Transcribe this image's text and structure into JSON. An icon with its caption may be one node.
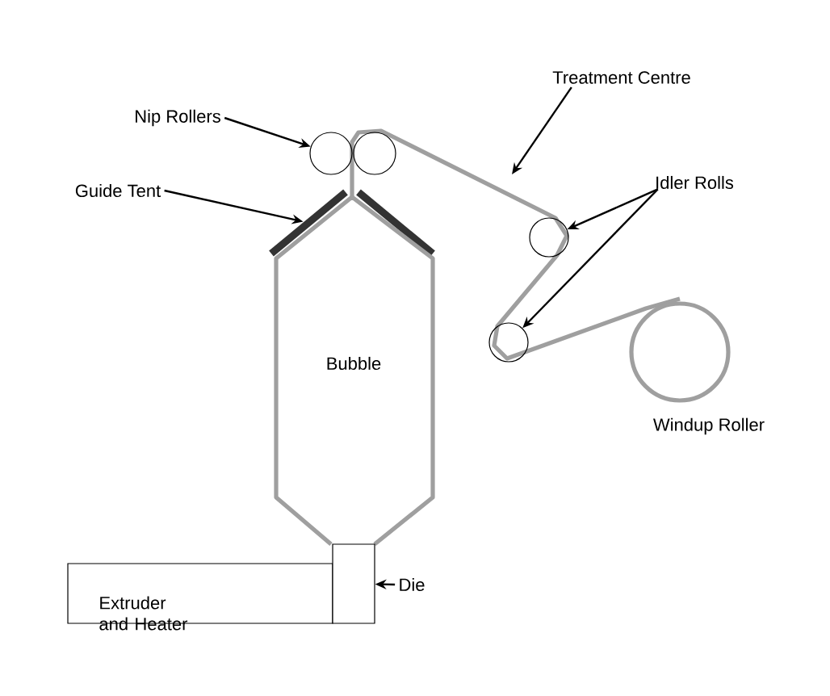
{
  "diagram": {
    "nodes": [
      {
        "text": [
          "Nip Rollers"
        ]
      },
      {
        "text": [],
        "shape": "circle"
      },
      {
        "text": [],
        "shape": "circle"
      },
      {
        "text": [
          "Guide Tent"
        ]
      },
      {
        "text": [],
        "shape": "bar"
      },
      {
        "text": [
          "Treatment Centre"
        ]
      },
      {
        "text": [
          "Idler Rolls"
        ]
      },
      {
        "text": [],
        "shape": "circle"
      },
      {
        "text": [],
        "shape": "circle"
      },
      {
        "text": [
          "Bubble"
        ]
      },
      {
        "text": [
          "Windup Roller"
        ]
      },
      {
        "text": [
          "Extruder and Heater"
        ]
      },
      {
        "text": [],
        "shape": "box"
      },
      {
        "text": [
          "Die"
        ]
      }
    ],
    "edges": [
      {
        "from": 0,
        "to": 1,
        "arrow": "to"
      },
      {
        "from": 3,
        "to": 4,
        "arrow": "to"
      },
      {
        "from": 5,
        "to": null,
        "arrow": "to"
      },
      {
        "from": 6,
        "to": 7,
        "arrow": "to"
      },
      {
        "from": 6,
        "to": 8,
        "arrow": "to"
      },
      {
        "from": 13,
        "to": 12,
        "arrow": "to"
      }
    ]
  }
}
